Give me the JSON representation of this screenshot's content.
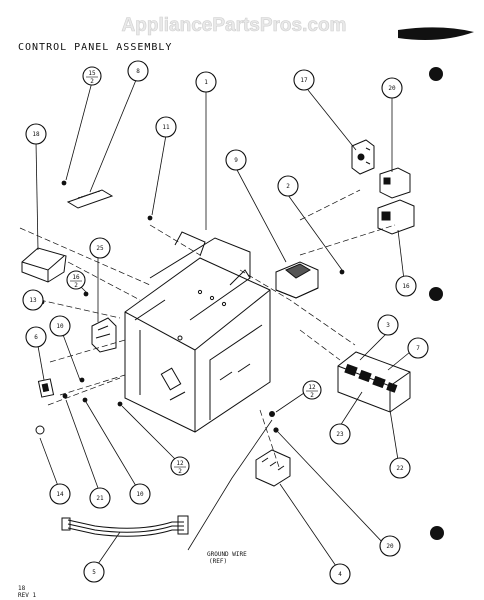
{
  "watermark": "AppliancePartsPros.com",
  "title": "CONTROL PANEL ASSEMBLY",
  "ground_wire_label": "GROUND WIRE",
  "ground_wire_ref": "(REF)",
  "footer_page": "18",
  "footer_rev": "REV 1",
  "callouts": [
    {
      "id": "c1",
      "text": "1"
    },
    {
      "id": "c2",
      "text": "2"
    },
    {
      "id": "c3",
      "text": "3"
    },
    {
      "id": "c4",
      "text": "4"
    },
    {
      "id": "c5",
      "text": "5"
    },
    {
      "id": "c6",
      "text": "6"
    },
    {
      "id": "c7",
      "text": "7"
    },
    {
      "id": "c8",
      "text": "8"
    },
    {
      "id": "c9",
      "text": "9"
    },
    {
      "id": "c10a",
      "text": "10"
    },
    {
      "id": "c10b",
      "text": "10"
    },
    {
      "id": "c11",
      "text": "11"
    },
    {
      "id": "c13",
      "text": "13"
    },
    {
      "id": "c14",
      "text": "14"
    },
    {
      "id": "c16",
      "text": "16"
    },
    {
      "id": "c17",
      "text": "17"
    },
    {
      "id": "c18",
      "text": "18"
    },
    {
      "id": "c20a",
      "text": "20"
    },
    {
      "id": "c20b",
      "text": "20"
    },
    {
      "id": "c21",
      "text": "21"
    },
    {
      "id": "c22",
      "text": "22"
    },
    {
      "id": "c23",
      "text": "23"
    },
    {
      "id": "c25",
      "text": "25"
    }
  ],
  "fractions": [
    {
      "id": "f15",
      "num": "15",
      "den": "2"
    },
    {
      "id": "f16",
      "num": "16",
      "den": "2"
    },
    {
      "id": "f12a",
      "num": "12",
      "den": "2"
    },
    {
      "id": "f12b",
      "num": "12",
      "den": "2"
    }
  ]
}
